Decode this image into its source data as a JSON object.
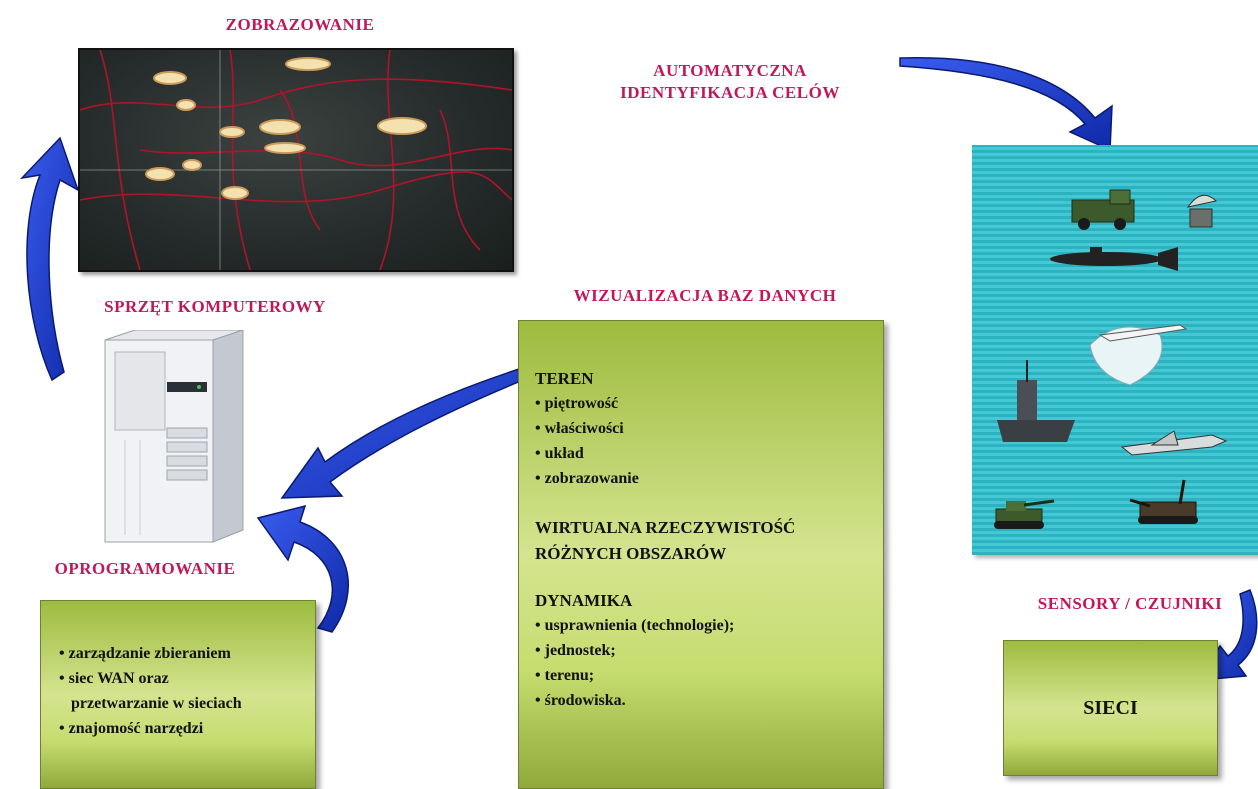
{
  "labels": {
    "zobrazowanie": "ZOBRAZOWANIE",
    "identyfikacja_line1": "AUTOMATYCZNA",
    "identyfikacja_line2": "IDENTYFIKACJA CELÓW",
    "sprzet": "SPRZĘT KOMPUTEROWY",
    "wizualizacja": "WIZUALIZACJA  BAZ DANYCH",
    "oprogramowanie": "OPROGRAMOWANIE",
    "sensory": "SENSORY / CZUJNIKI"
  },
  "center_panel": {
    "teren_heading": "TEREN",
    "teren_items": [
      "piętrowość",
      "właściwości",
      "układ",
      "zobrazowanie"
    ],
    "wirtualna_line1": "WIRTUALNA RZECZYWISTOŚĆ",
    "wirtualna_line2": "RÓŻNYCH OBSZARÓW",
    "dynamika_heading": "DYNAMIKA",
    "dynamika_items": [
      "usprawnienia (technologie);",
      "jednostek;",
      "terenu;",
      "środowiska."
    ]
  },
  "software_panel": {
    "items": [
      "zarządzanie zbieraniem",
      "siec WAN oraz",
      "znajomość narzędzi"
    ],
    "item2_cont": "przetwarzanie w sieciach"
  },
  "sieci_panel": {
    "label": "SIECI"
  },
  "colors": {
    "label": "#c2185b",
    "arrow": "#1f3fd6",
    "panel_green": "#c6dc6f",
    "sensor_bg": "#2bb3c2",
    "map_bg": "#252b2a",
    "map_roads": "#b3122a",
    "map_targets": "#f3e1b0"
  },
  "icons": [
    "computer-tower-icon",
    "military-truck-icon",
    "radar-dish-icon",
    "submarine-icon",
    "aircraft-icon",
    "warship-icon",
    "jet-fighter-icon",
    "tank-icon",
    "self-propelled-gun-icon",
    "curved-arrow-icon"
  ]
}
